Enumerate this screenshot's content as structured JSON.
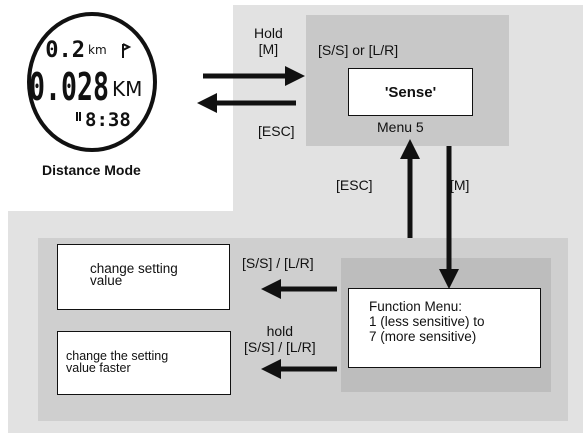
{
  "watch": {
    "line1_value": "0.2",
    "line1_unit": "km",
    "line2_value": "0.028",
    "line2_unit": "KM",
    "line3_value": "8:38",
    "caption": "Distance Mode"
  },
  "menu": {
    "buttons_label": "[S/S] or [L/R]",
    "sense_label": "'Sense'",
    "menu_number": "Menu 5"
  },
  "transitions": {
    "hold_label": "Hold",
    "hold_key": "[M]",
    "esc_left": "[ESC]",
    "esc_up": "[ESC]",
    "m_down": "[M]",
    "ss_lr": "[S/S] / [L/R]",
    "hold_ss_lr_1": "hold",
    "hold_ss_lr_2": "[S/S] / [L/R]"
  },
  "function_menu": {
    "line1": "Function Menu:",
    "line2": "1 (less sensitive) to",
    "line3": "7 (more sensitive)"
  },
  "outcomes": {
    "change_value_line1": "change setting",
    "change_value_line2": "value",
    "change_fast_line1": "change the setting",
    "change_fast_line2": "value faster"
  }
}
